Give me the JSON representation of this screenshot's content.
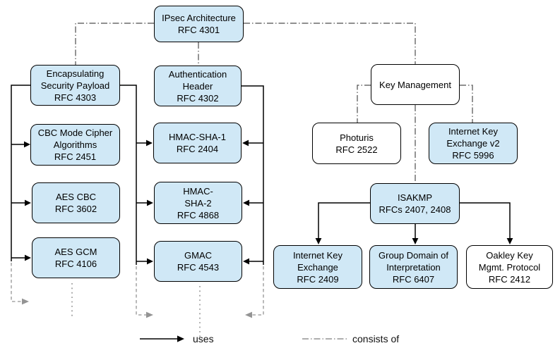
{
  "nodes": {
    "ipsec": {
      "lines": [
        "IPsec Architecture",
        "RFC 4301"
      ],
      "fill": "blue"
    },
    "esp": {
      "lines": [
        "Encapsulating",
        "Security Payload",
        "RFC 4303"
      ],
      "fill": "blue"
    },
    "ah": {
      "lines": [
        "Authentication",
        "Header",
        "RFC 4302"
      ],
      "fill": "blue"
    },
    "cbc_mode": {
      "lines": [
        "CBC Mode Cipher",
        "Algorithms",
        "RFC 2451"
      ],
      "fill": "blue"
    },
    "hmac_sha1": {
      "lines": [
        "HMAC-SHA-1",
        "RFC 2404"
      ],
      "fill": "blue"
    },
    "aes_cbc": {
      "lines": [
        "AES CBC",
        "RFC 3602"
      ],
      "fill": "blue"
    },
    "hmac_sha2": {
      "lines": [
        "HMAC-",
        "SHA-2",
        "RFC 4868"
      ],
      "fill": "blue"
    },
    "aes_gcm": {
      "lines": [
        "AES GCM",
        "RFC 4106"
      ],
      "fill": "blue"
    },
    "gmac": {
      "lines": [
        "GMAC",
        "RFC 4543"
      ],
      "fill": "blue"
    },
    "key_mgmt": {
      "lines": [
        "Key Management"
      ],
      "fill": "white"
    },
    "photuris": {
      "lines": [
        "Photuris",
        "RFC 2522"
      ],
      "fill": "white"
    },
    "ikev2": {
      "lines": [
        "Internet Key",
        "Exchange v2",
        "RFC 5996"
      ],
      "fill": "blue"
    },
    "isakmp": {
      "lines": [
        "ISAKMP",
        "RFCs 2407, 2408"
      ],
      "fill": "blue"
    },
    "ike": {
      "lines": [
        "Internet Key",
        "Exchange",
        "RFC 2409"
      ],
      "fill": "blue"
    },
    "gdoi": {
      "lines": [
        "Group Domain of",
        "Interpretation",
        "RFC 6407"
      ],
      "fill": "blue"
    },
    "oakley": {
      "lines": [
        "Oakley Key",
        "Mgmt. Protocol",
        "RFC 2412"
      ],
      "fill": "white"
    }
  },
  "legend": {
    "uses_label": "uses",
    "consists_of_label": "consists of"
  },
  "colors": {
    "node_fill_blue": "#d0e8f6",
    "node_fill_white": "#ffffff",
    "node_border": "#000000",
    "uses_line": "#000000",
    "consists_of_line": "#4d4d4d",
    "continuation_gray": "#949494"
  }
}
